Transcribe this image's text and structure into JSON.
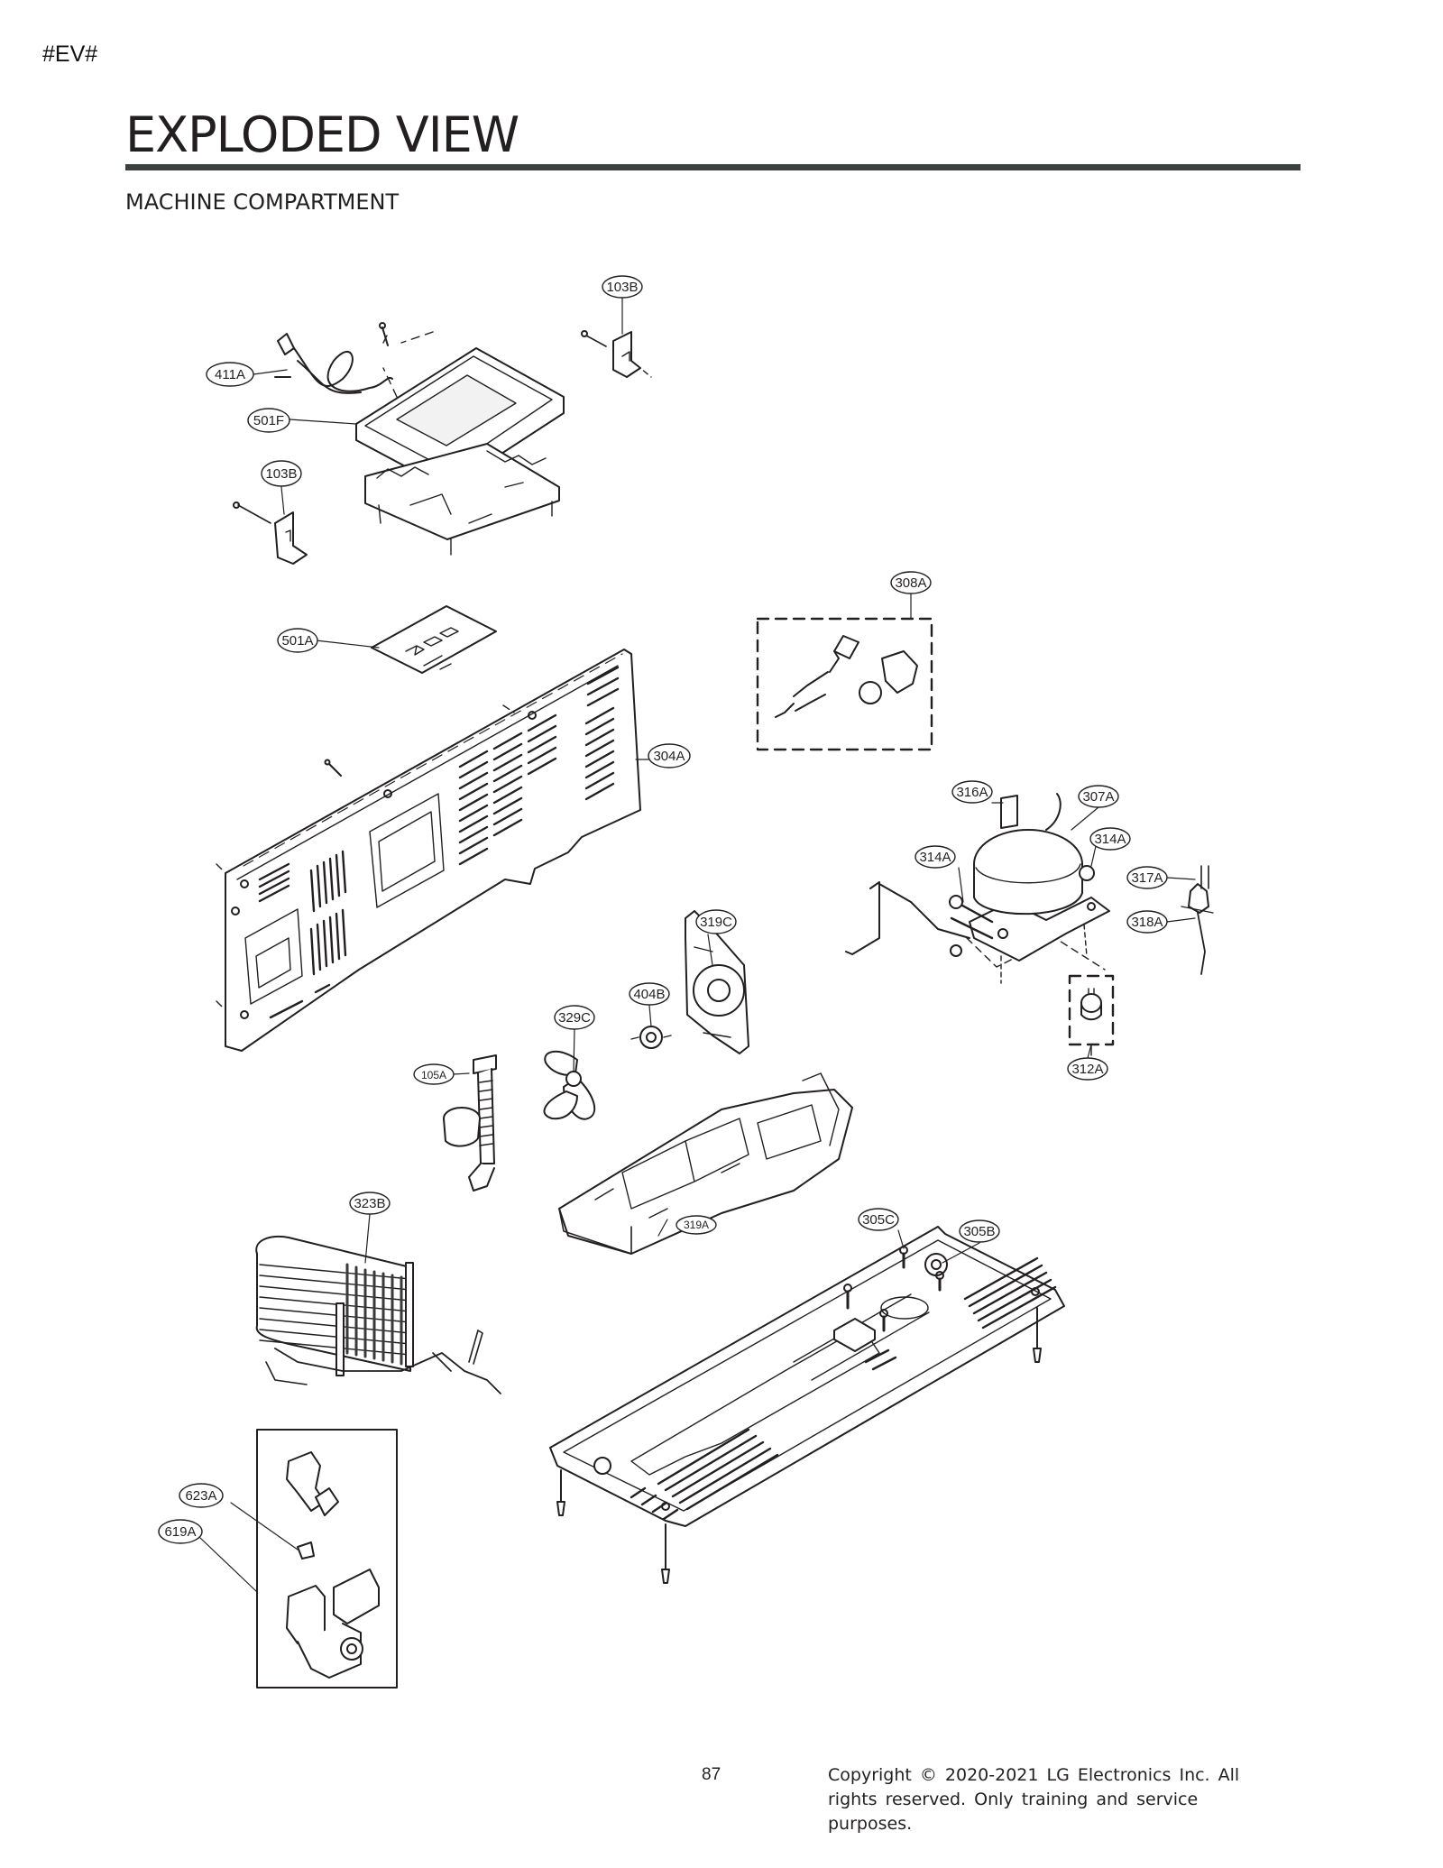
{
  "header": {
    "tag": "#EV#",
    "title": "EXPLODED VIEW",
    "subtitle": "MACHINE COMPARTMENT"
  },
  "callouts": [
    "103B",
    "411A",
    "501F",
    "103B",
    "308A",
    "501A",
    "304A",
    "316A",
    "307A",
    "314A",
    "314A",
    "317A",
    "318A",
    "319C",
    "404B",
    "329C",
    "105A",
    "312A",
    "323B",
    "319A",
    "305C",
    "305B",
    "623A",
    "619A"
  ],
  "footer": {
    "page_number": "87",
    "copyright": "Copyright © 2020-2021  LG  Electronics  Inc.  All rights reserved.  Only  training and service  purposes."
  }
}
